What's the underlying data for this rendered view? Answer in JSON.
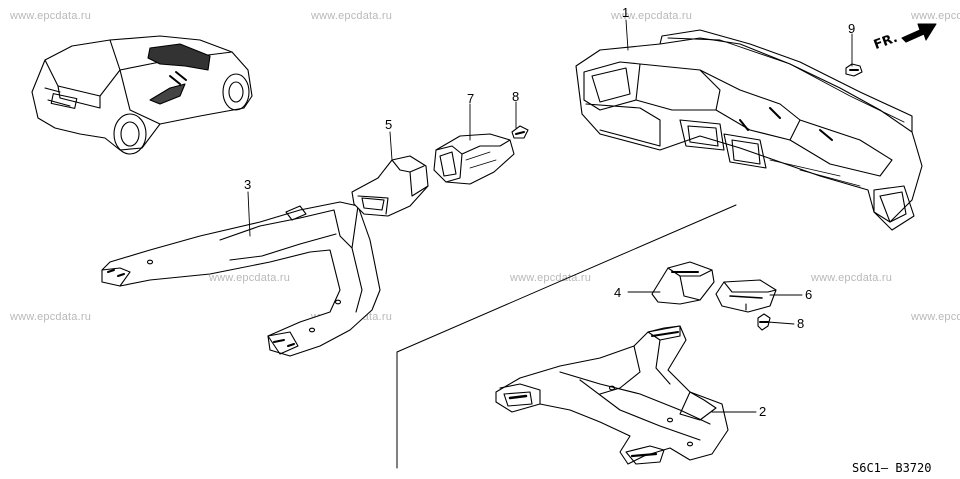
{
  "watermark": "www.epcdata.ru",
  "direction_label": "FR.",
  "diagram_code": "S6C1— B3720",
  "callouts": {
    "c1": "1",
    "c2": "2",
    "c3": "3",
    "c4": "4",
    "c5": "5",
    "c6": "6",
    "c7": "7",
    "c8a": "8",
    "c8b": "8",
    "c9": "9"
  },
  "parts": [
    "dash-panel-duct",
    "floor-duct-rear",
    "floor-duct-front",
    "duct-joint-4",
    "duct-joint-5",
    "duct-joint-6",
    "duct-joint-7",
    "clip-8",
    "clip-9"
  ]
}
